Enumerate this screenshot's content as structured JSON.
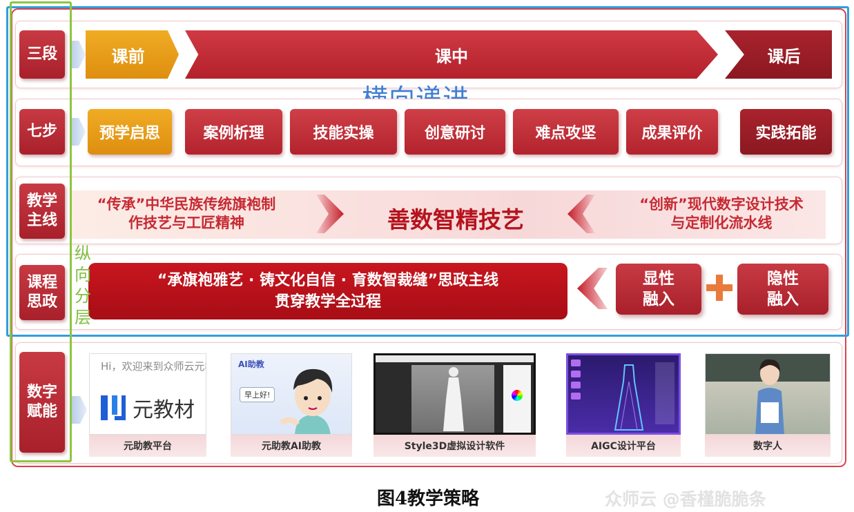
{
  "rows": {
    "row1": {
      "label": "三段",
      "phases": [
        "课前",
        "课中",
        "课后"
      ]
    },
    "row2": {
      "label": "七步",
      "steps": [
        "预学启思",
        "案例析理",
        "技能实操",
        "创意研讨",
        "难点攻坚",
        "成果评价",
        "实践拓能"
      ]
    },
    "row3": {
      "label_line1": "教学",
      "label_line2": "主线",
      "left_line1": "“传承”中华民族传统旗袍制",
      "left_line2": "作技艺与工匠精神",
      "center": "善数智精技艺",
      "right_line1": "“创新”现代数字设计技术",
      "right_line2": "与定制化流水线"
    },
    "row4": {
      "label_line1": "课程",
      "label_line2": "思政",
      "main_line1": "“承旗袍雅艺 · 铸文化自信 · 育数智裁缝”思政主线",
      "main_line2": "贯穿教学全过程",
      "explicit_line1": "显性",
      "explicit_line2": "融入",
      "implicit_line1": "隐性",
      "implicit_line2": "融入"
    },
    "row5": {
      "label_line1": "数字",
      "label_line2": "赋能",
      "platform_greeting": "Hi，欢迎来到众师云元教材",
      "platform_logo_text": "元教材",
      "ai_tag": "AI助教",
      "ai_bubble": "早上好!",
      "captions": [
        "元助教平台",
        "元助教AI助教",
        "Style3D虚拟设计软件",
        "AIGC设计平台",
        "数字人"
      ]
    }
  },
  "annotations": {
    "horizontal": "横向递进",
    "vertical_chars": [
      "纵",
      "向",
      "分",
      "层"
    ]
  },
  "figure_caption": "图4教学策略",
  "watermark": "众师云 @香槿脆脆条",
  "colors": {
    "accent_red": "#c62a33",
    "orange": "#e8a11a",
    "annot_blue": "#3f7fd6",
    "annot_green": "#7fbf3f"
  }
}
